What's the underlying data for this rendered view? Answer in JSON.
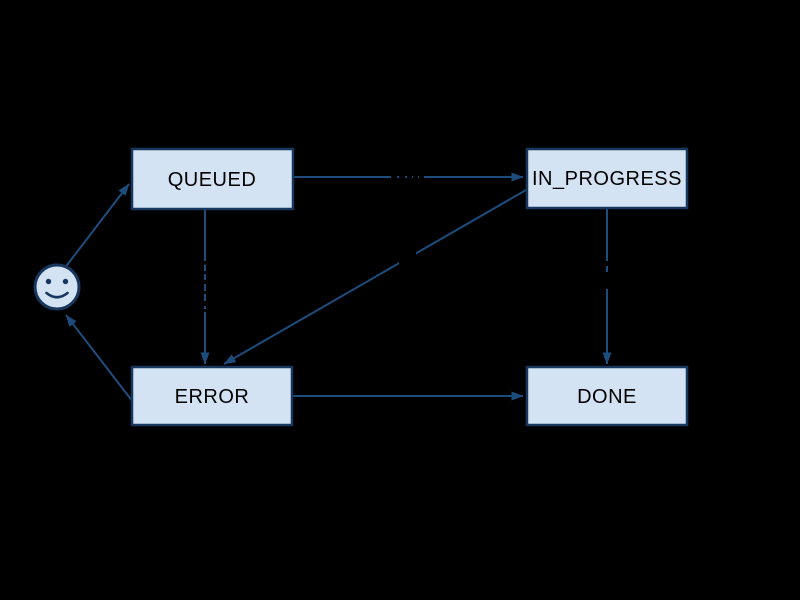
{
  "diagram": {
    "type": "state-diagram",
    "colors": {
      "background": "#000000",
      "node_fill": "#d3e3f4",
      "node_border": "#17375e",
      "edge": "#1d4d7c",
      "node_text": "#000000"
    },
    "actor": {
      "icon": "smiley-face-icon"
    },
    "nodes": [
      {
        "id": "queued",
        "label": "QUEUED"
      },
      {
        "id": "in_progress",
        "label": "IN_PROGRESS"
      },
      {
        "id": "error",
        "label": "ERROR"
      },
      {
        "id": "done",
        "label": "DONE"
      }
    ],
    "edges": [
      {
        "from": "actor",
        "to": "queued"
      },
      {
        "from": "queued",
        "to": "in_progress"
      },
      {
        "from": "queued",
        "to": "error"
      },
      {
        "from": "in_progress",
        "to": "error"
      },
      {
        "from": "in_progress",
        "to": "done"
      },
      {
        "from": "error",
        "to": "done"
      },
      {
        "from": "error",
        "to": "actor"
      }
    ]
  }
}
